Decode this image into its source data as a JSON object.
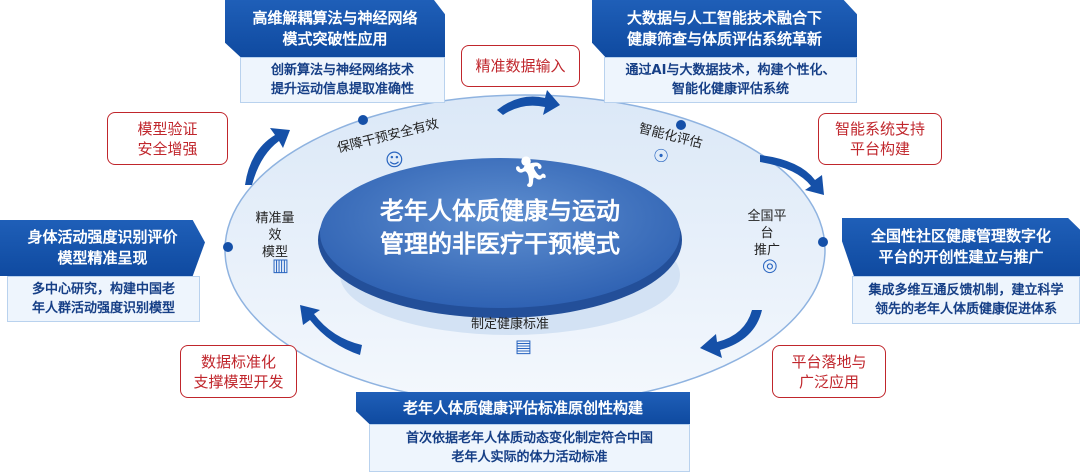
{
  "center_title": {
    "line1": "老年人体质健康与运动",
    "line2": "管理的非医疗干预模式"
  },
  "boxes": {
    "top_left": {
      "title1": "高维解耦算法与神经网络",
      "title2": "模式突破性应用",
      "desc1": "创新算法与神经网络技术",
      "desc2": "提升运动信息提取准确性"
    },
    "top_right": {
      "title1": "大数据与人工智能技术融合下",
      "title2": "健康筛查与体质评估系统革新",
      "desc1": "通过AI与大数据技术，构建个性化、",
      "desc2": "智能化健康评估系统"
    },
    "left": {
      "title1": "身体活动强度识别评价",
      "title2": "模型精准呈现",
      "desc1": "多中心研究，构建中国老",
      "desc2": "年人群活动强度识别模型"
    },
    "right": {
      "title1": "全国性社区健康管理数字化",
      "title2": "平台的开创性建立与推广",
      "desc1": "集成多维互通反馈机制，建立科学",
      "desc2": "领先的老年人体质健康促进体系"
    },
    "bottom": {
      "title1": "老年人体质健康评估标准原创性构建",
      "desc1": "首次依据老年人体质动态变化制定符合中国",
      "desc2": "老年人实际的体力活动标准"
    }
  },
  "callouts": {
    "data_input": {
      "line1": "精准数据输入"
    },
    "model_validation": {
      "line1": "模型验证",
      "line2": "安全增强"
    },
    "smart_system": {
      "line1": "智能系统支持",
      "line2": "平台构建"
    },
    "data_standard": {
      "line1": "数据标准化",
      "line2": "支撑模型开发"
    },
    "platform": {
      "line1": "平台落地与",
      "line2": "广泛应用"
    }
  },
  "ring_labels": {
    "safety": "保障干预安全有效",
    "smart_eval": "智能化评估",
    "model1": "精准量效",
    "model2": "模型",
    "platform1": "全国平台",
    "platform2": "推广",
    "standard": "制定健康标准"
  },
  "colors": {
    "primary": "#1550a8",
    "accent": "#c0262c"
  }
}
